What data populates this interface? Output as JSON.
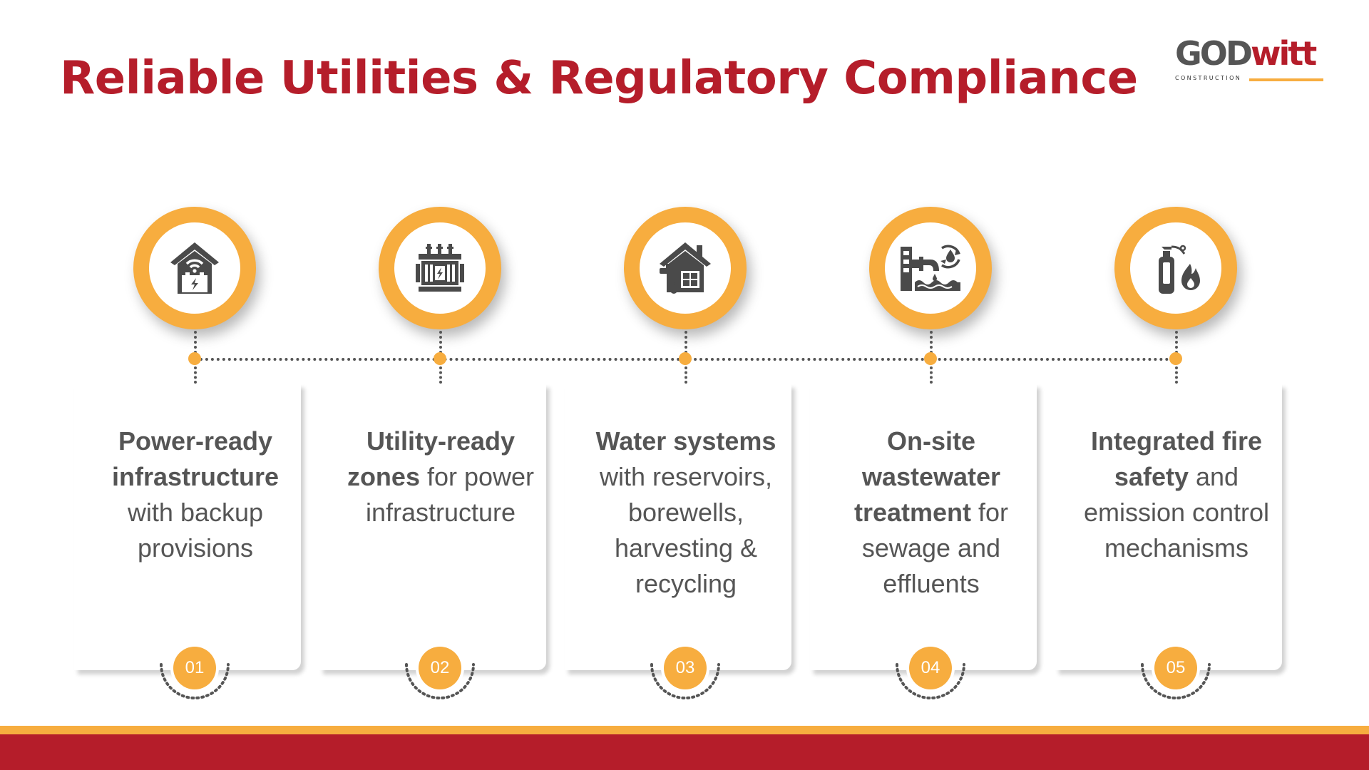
{
  "title": "Reliable Utilities & Regulatory Compliance",
  "logo": {
    "word_left": "GOD",
    "word_right": "witt",
    "subtitle": "CONSTRUCTION"
  },
  "colors": {
    "accent": "#f7ad3f",
    "brand": "#b51d2a",
    "icon": "#4a4a4a",
    "text": "#555555"
  },
  "steps": [
    {
      "number": "01",
      "icon": "house-wifi-battery-icon",
      "bold": "Power-ready infrastructure",
      "rest": " with backup provisions"
    },
    {
      "number": "02",
      "icon": "transformer-icon",
      "bold": "Utility-ready zones",
      "rest": " for power infrastructure"
    },
    {
      "number": "03",
      "icon": "house-water-tap-icon",
      "bold": "Water systems",
      "rest": " with reservoirs, borewells, harvesting & recycling"
    },
    {
      "number": "04",
      "icon": "wastewater-treatment-icon",
      "bold": "On-site wastewater treatment",
      "rest": " for sewage and effluents"
    },
    {
      "number": "05",
      "icon": "fire-extinguisher-icon",
      "bold": "Integrated fire safety",
      "rest": " and emission control mechanisms"
    }
  ]
}
